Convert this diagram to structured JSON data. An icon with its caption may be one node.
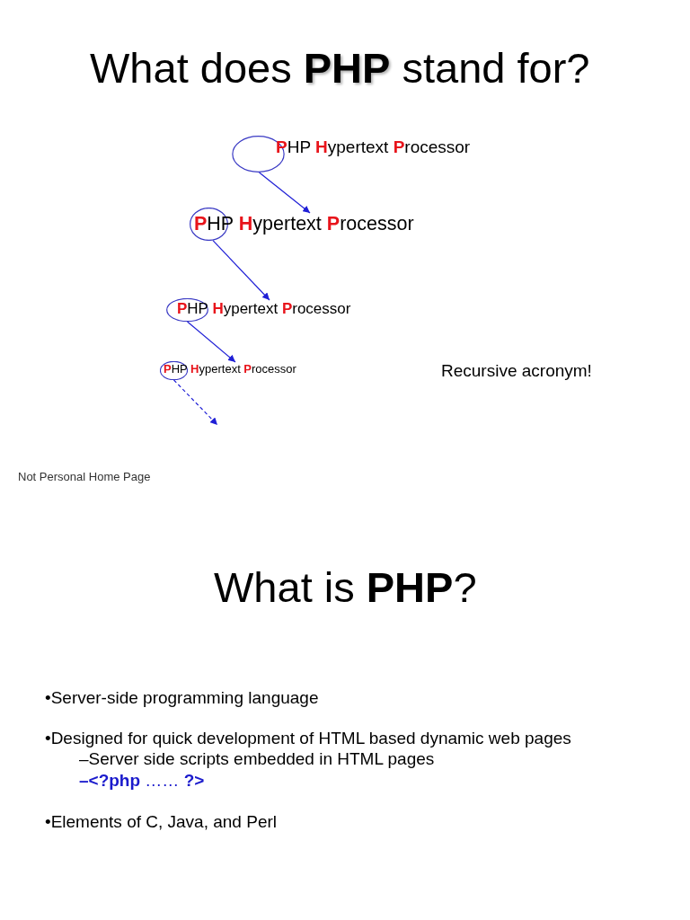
{
  "diagram": {
    "title": "What does **PHP** stand for?",
    "nodes": [
      {
        "text": [],
        "shape": "ellipse"
      },
      {
        "text": [
          "**P**HP **H**ypertext **P**rocessor"
        ]
      },
      {
        "text": [],
        "shape": "ellipse"
      },
      {
        "text": [
          "**P**HP **H**ypertext **P**rocessor"
        ]
      },
      {
        "text": [],
        "shape": "ellipse"
      },
      {
        "text": [
          "**P**HP **H**ypertext **P**rocessor"
        ]
      },
      {
        "text": [],
        "shape": "ellipse"
      },
      {
        "text": [
          "**P**HP **H**ypertext **P**rocessor"
        ]
      }
    ],
    "edges": [
      {
        "from": 0,
        "to": 3,
        "arrow": "to"
      },
      {
        "from": 2,
        "to": 5,
        "arrow": "to"
      },
      {
        "from": 4,
        "to": 7,
        "arrow": "to"
      },
      {
        "from": 6,
        "to": null,
        "arrow": "to",
        "style": "dashed"
      }
    ],
    "labels": [
      "Recursive acronym!",
      "Not Personal Home Page",
      "What is **PHP**?",
      "•Server-side programming language",
      "•Designed for quick development of HTML based dynamic web pages",
      "–Server side scripts embedded in HTML pages",
      "**–<?php** …… **?>**",
      "•Elements of C, Java, and Perl"
    ]
  }
}
